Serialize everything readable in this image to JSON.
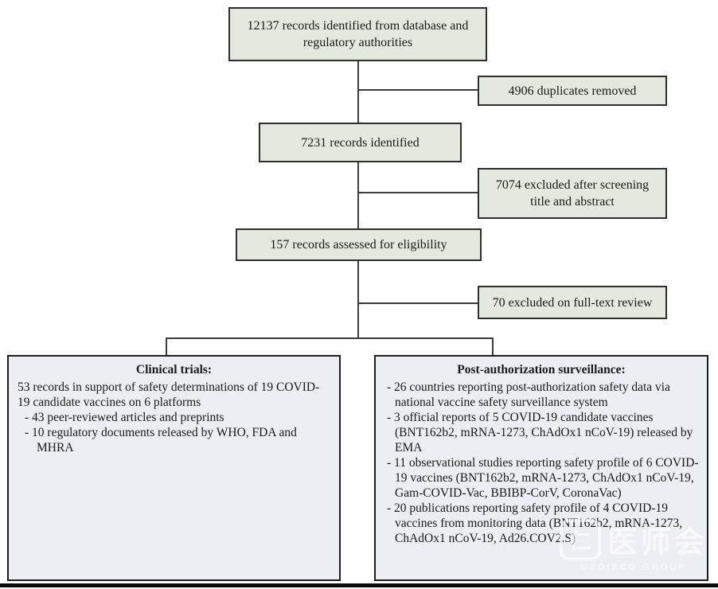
{
  "flow": {
    "top_box": "12137 records identified from database and regulatory authorities",
    "duplicates_box": "4906 duplicates removed",
    "identified_box": "7231 records identified",
    "excluded_screening_box": "7074 excluded after screening title and abstract",
    "eligibility_box": "157 records assessed for eligibility",
    "excluded_fulltext_box": "70 excluded on full-text review"
  },
  "clinical": {
    "title": "Clinical trials:",
    "items": [
      "53 records in support of safety determinations of 19 COVID-19 candidate vaccines on 6 platforms",
      "- 43 peer-reviewed articles and preprints",
      "- 10 regulatory documents released by WHO, FDA and MHRA"
    ]
  },
  "surveillance": {
    "title": "Post-authorization surveillance:",
    "items": [
      "- 26 countries reporting post-authorization safety data via national vaccine safety surveillance system",
      "- 3 official reports of  5 COVID-19 candidate vaccines (BNT162b2, mRNA-1273, ChAdOx1 nCoV-19) released by EMA",
      "- 11 observational studies reporting safety profile of 6 COVID-19 vaccines (BNT162b2, mRNA-1273, ChAdOx1 nCoV-19, Gam-COVID-Vac, BBIBP-CorV, CoronaVac)",
      "- 20 publications reporting safety profile of 4 COVID-19 vaccines from monitoring data (BNT162b2, mRNA-1273, ChAdOx1 nCoV-19, Ad26.COV2.S)"
    ]
  },
  "watermark": {
    "icon_glyph": "仁",
    "chars": "医师会",
    "caption": "MEDIECO GROUP"
  },
  "colors": {
    "box_fill_green": "#e3e9de",
    "box_fill_lavender": "#ededf4",
    "box_border": "#2e2e2e",
    "connector": "#3c3c3c",
    "bottom_bar": "#0a0a0a"
  }
}
